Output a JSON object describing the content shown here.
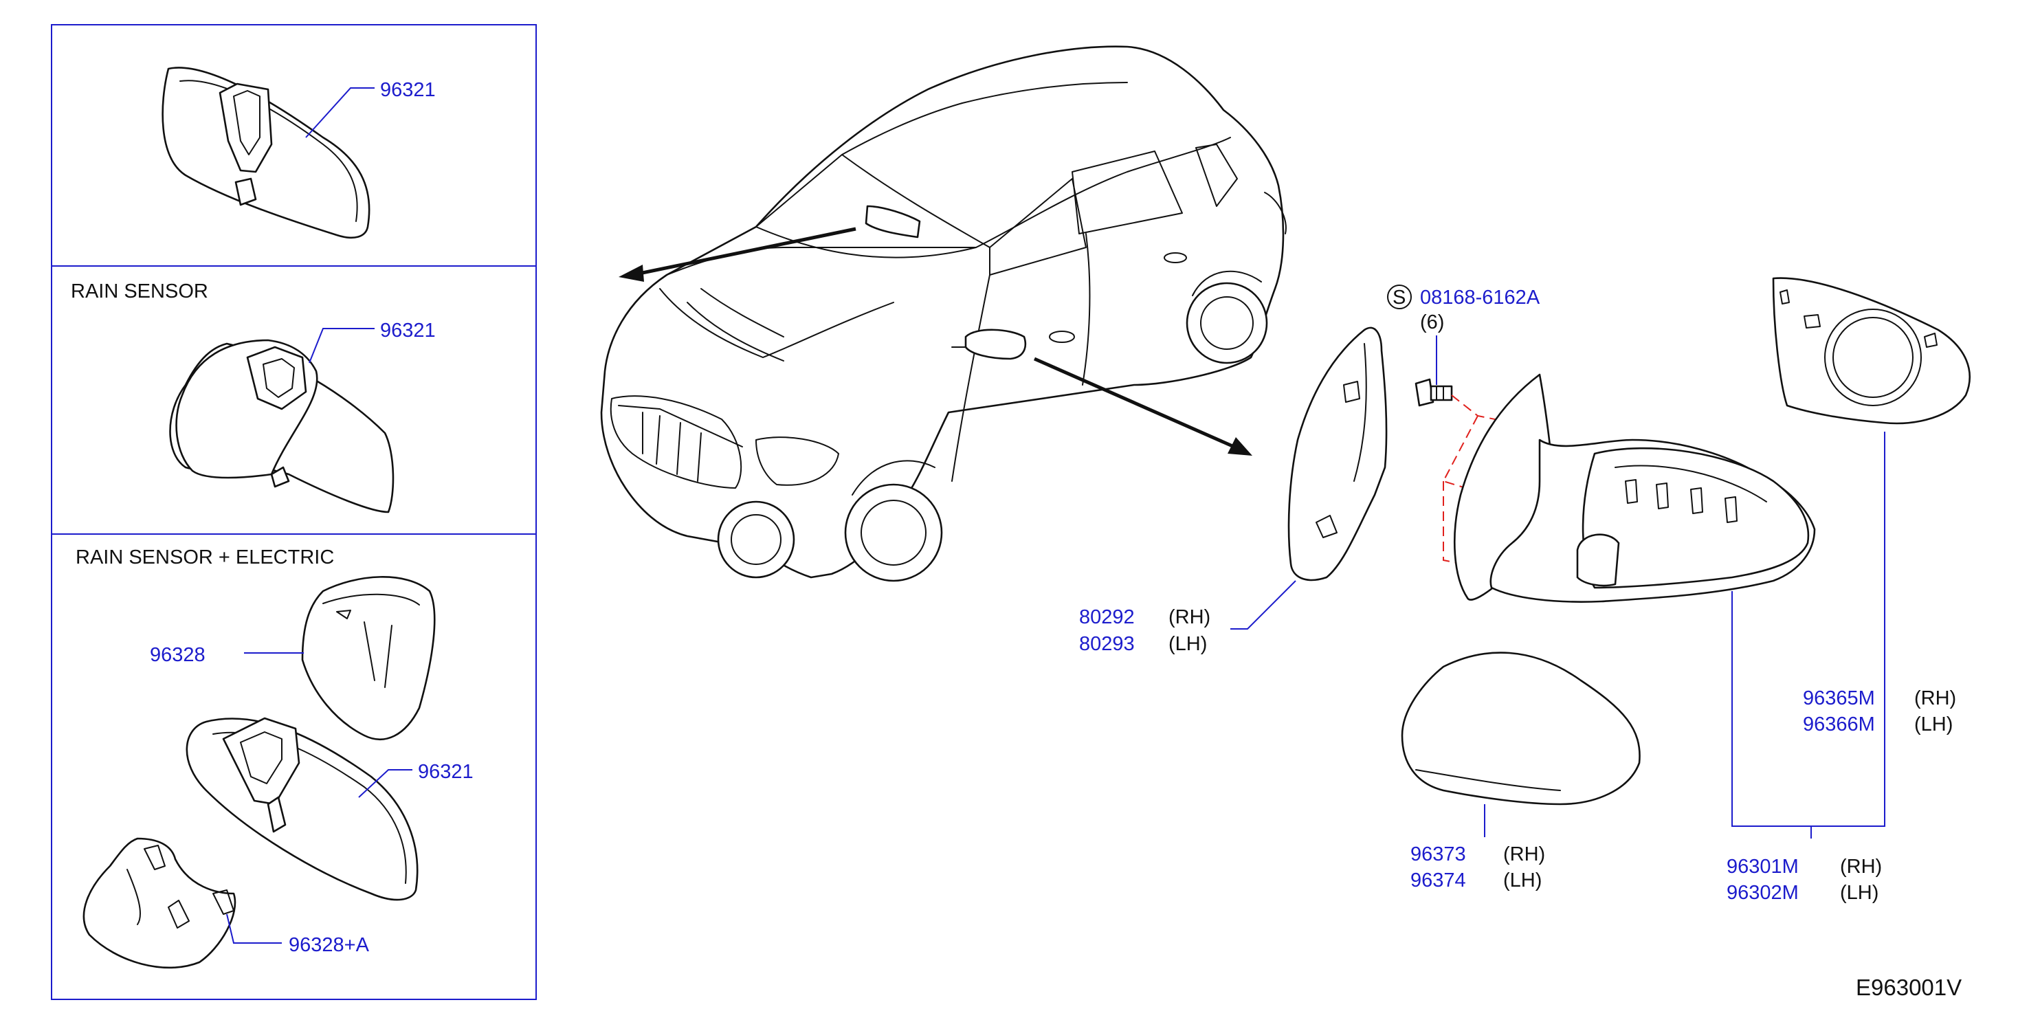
{
  "panels": {
    "rain_sensor_title": "RAIN   SENSOR",
    "rain_sensor_electric_title": "RAIN   SENSOR   +   ELECTRIC"
  },
  "parts": {
    "p96321_a": "96321",
    "p96321_b": "96321",
    "p96321_c": "96321",
    "p96328": "96328",
    "p96328a": "96328+A",
    "bolt_code": "08168-6162A",
    "bolt_symbol": "S",
    "bolt_qty": "(6)",
    "p80292": "80292",
    "p80293": "80293",
    "p96373": "96373",
    "p96374": "96374",
    "p96365m": "96365M",
    "p96366m": "96366M",
    "p96301m": "96301M",
    "p96302m": "96302M",
    "rh": "(RH)",
    "lh": "(LH)"
  },
  "diagram_id": "E963001V",
  "colors": {
    "label": "#1c1ccc",
    "frame": "#1c1ccc",
    "line": "#111111",
    "dashed": "#e0201c"
  }
}
